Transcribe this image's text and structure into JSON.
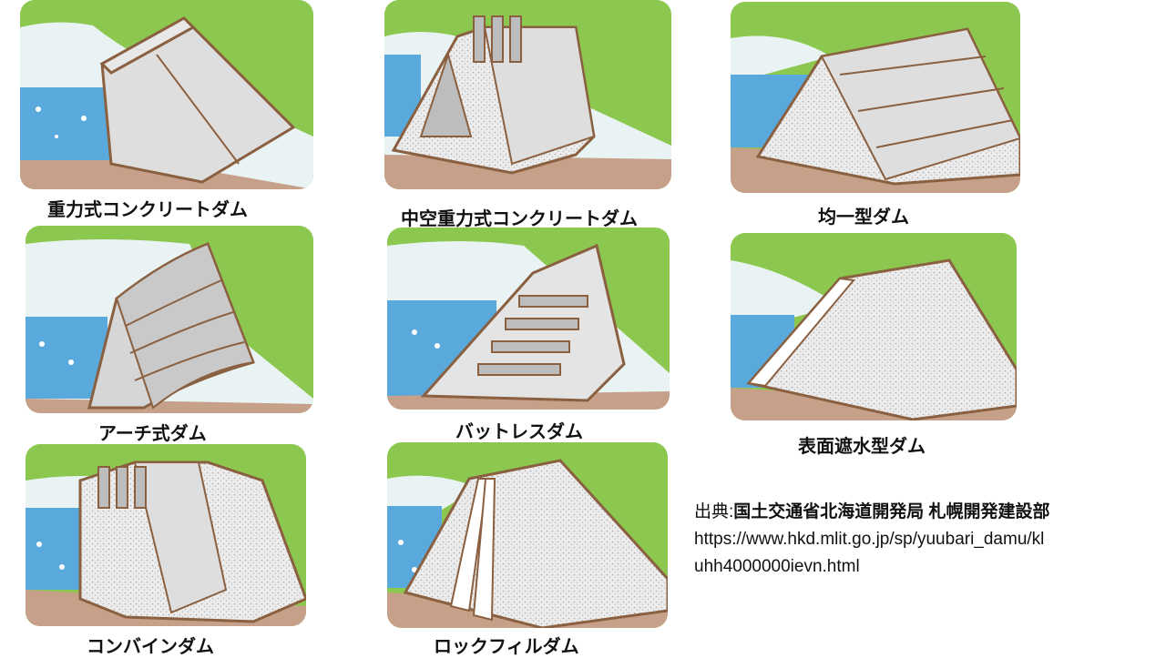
{
  "dams": [
    {
      "id": "gravity",
      "label": "重力式コンクリートダム"
    },
    {
      "id": "hollow-gravity",
      "label": "中空重力式コンクリートダム"
    },
    {
      "id": "homogeneous",
      "label": "均一型ダム"
    },
    {
      "id": "arch",
      "label": "アーチ式ダム"
    },
    {
      "id": "buttress",
      "label": "バットレスダム"
    },
    {
      "id": "face-impervious",
      "label": "表面遮水型ダム"
    },
    {
      "id": "combined",
      "label": "コンバインダム"
    },
    {
      "id": "rockfill",
      "label": "ロックフィルダム"
    }
  ],
  "source": {
    "prefix": "出典:",
    "organization": "国土交通省北海道開発局 札幌開発建設部",
    "url_line1": "https://www.hkd.mlit.go.jp/sp/yuubari_damu/kl",
    "url_line2": "uhh4000000ievn.html"
  },
  "colors": {
    "grass": "#8cc84f",
    "sky": "#e9f3f3",
    "water": "#5aa9dd",
    "ground": "#c7a08a",
    "concrete": "#dedede",
    "outline": "#8a6040"
  }
}
